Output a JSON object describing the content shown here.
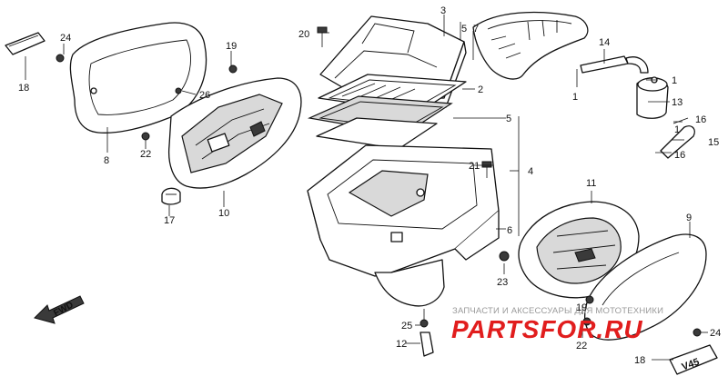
{
  "callouts": [
    "1",
    "1",
    "1",
    "2",
    "3",
    "4",
    "5",
    "5",
    "6",
    "7",
    "8",
    "9",
    "10",
    "11",
    "12",
    "13",
    "14",
    "15",
    "16",
    "16",
    "17",
    "18",
    "18",
    "19",
    "19",
    "20",
    "21",
    "22",
    "22",
    "23",
    "24",
    "24",
    "25",
    "26"
  ],
  "direction_label": "FWD",
  "emblem_text": "V45",
  "watermark": {
    "caption": "ЗАПЧАСТИ И АКСЕССУАРЫ ДЛЯ МОТОТЕХНИКИ",
    "logo": "PARTSFOR.RU"
  },
  "colors": {
    "line": "#111111",
    "watermark_red": "#e11d1d",
    "watermark_gray": "#9a9a9a"
  }
}
